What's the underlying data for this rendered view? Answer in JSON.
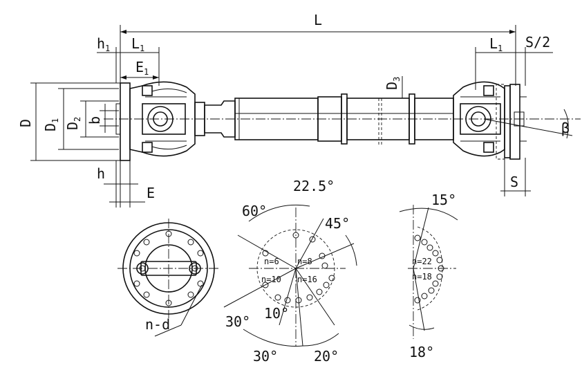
{
  "labels": {
    "L": "L",
    "h1": "h",
    "h1_sub": "1",
    "L1_left": "L",
    "L1_left_sub": "1",
    "E1": "E",
    "E1_sub": "1",
    "L1_right": "L",
    "L1_right_sub": "1",
    "S_half": "S/2",
    "D": "D",
    "D1": "D",
    "D1_sub": "1",
    "D2": "D",
    "D2_sub": "2",
    "b": "b",
    "D3": "D",
    "D3_sub": "3",
    "beta": "β",
    "h": "h",
    "E": "E",
    "S": "S",
    "n_d": "n-d"
  },
  "bolt_patterns": {
    "main_angles": [
      "22.5°",
      "60°",
      "45°",
      "30°",
      "10°",
      "30°",
      "20°"
    ],
    "main_counts": [
      "n=6",
      "n=8",
      "n=10",
      "n=16"
    ],
    "side_angles": [
      "15°",
      "18°"
    ],
    "side_counts": [
      "n=22",
      "n=18"
    ]
  }
}
